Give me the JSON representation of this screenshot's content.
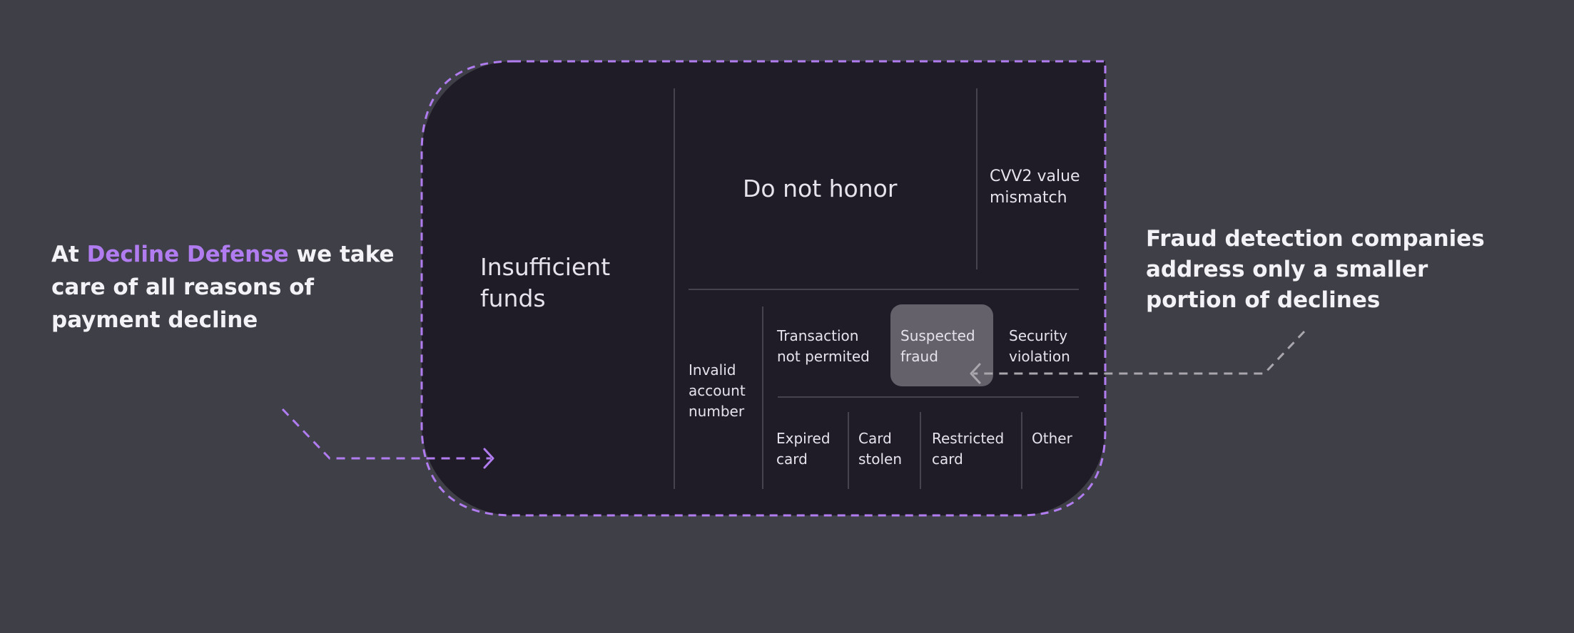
{
  "left_caption": {
    "prefix": "At ",
    "brand": "Decline Defense",
    "suffix": " we take care of all reasons of payment decline"
  },
  "right_caption": "Fraud detection companies address only a smaller portion of declines",
  "decline_reasons": {
    "insufficient_funds": "Insufficient funds",
    "do_not_honor": "Do not honor",
    "cvv2_mismatch": "CVV2 value mismatch",
    "invalid_account_number": "Invalid account number",
    "transaction_not_permited": "Transaction not permited",
    "suspected_fraud": "Suspected fraud",
    "security_violation": "Security violation",
    "expired_card": "Expired card",
    "card_stolen": "Card stolen",
    "restricted_card": "Restricted card",
    "other": "Other"
  },
  "colors": {
    "accent": "#b07cf0",
    "background": "#3f3f47",
    "panel": "#201c27",
    "highlight": "#65616b",
    "arrow_right": "#a9a6ad"
  }
}
